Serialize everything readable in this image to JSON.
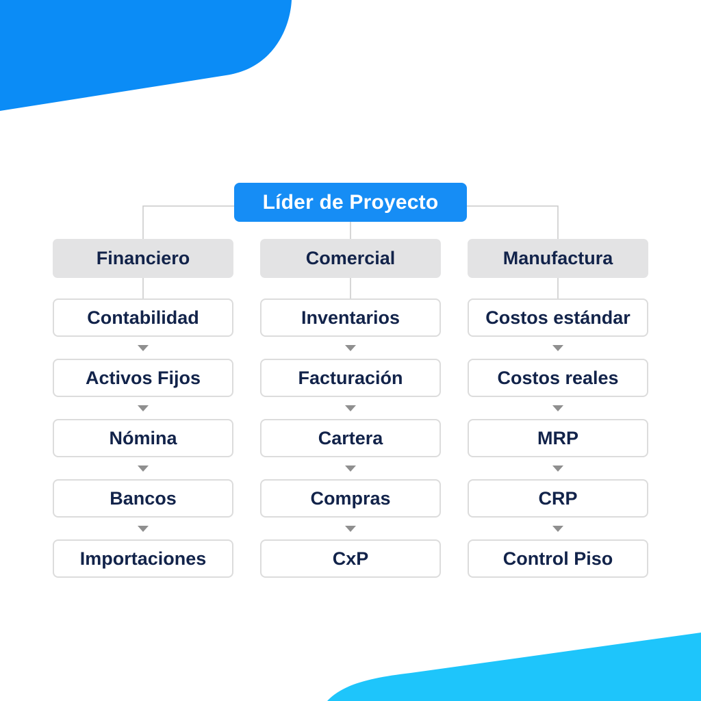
{
  "colors": {
    "root_fill": "#168df5",
    "header_fill": "#e3e3e4",
    "text_dark": "#12234a",
    "blob_top": "#0b8cf6",
    "blob_bottom": "#1ec5fb"
  },
  "root": {
    "label": "Líder de Proyecto"
  },
  "columns": [
    {
      "header": "Financiero",
      "items": [
        "Contabilidad",
        "Activos Fijos",
        "Nómina",
        "Bancos",
        "Importaciones"
      ]
    },
    {
      "header": "Comercial",
      "items": [
        "Inventarios",
        "Facturación",
        "Cartera",
        "Compras",
        "CxP"
      ]
    },
    {
      "header": "Manufactura",
      "items": [
        "Costos estándar",
        "Costos reales",
        "MRP",
        "CRP",
        "Control Piso"
      ]
    }
  ]
}
